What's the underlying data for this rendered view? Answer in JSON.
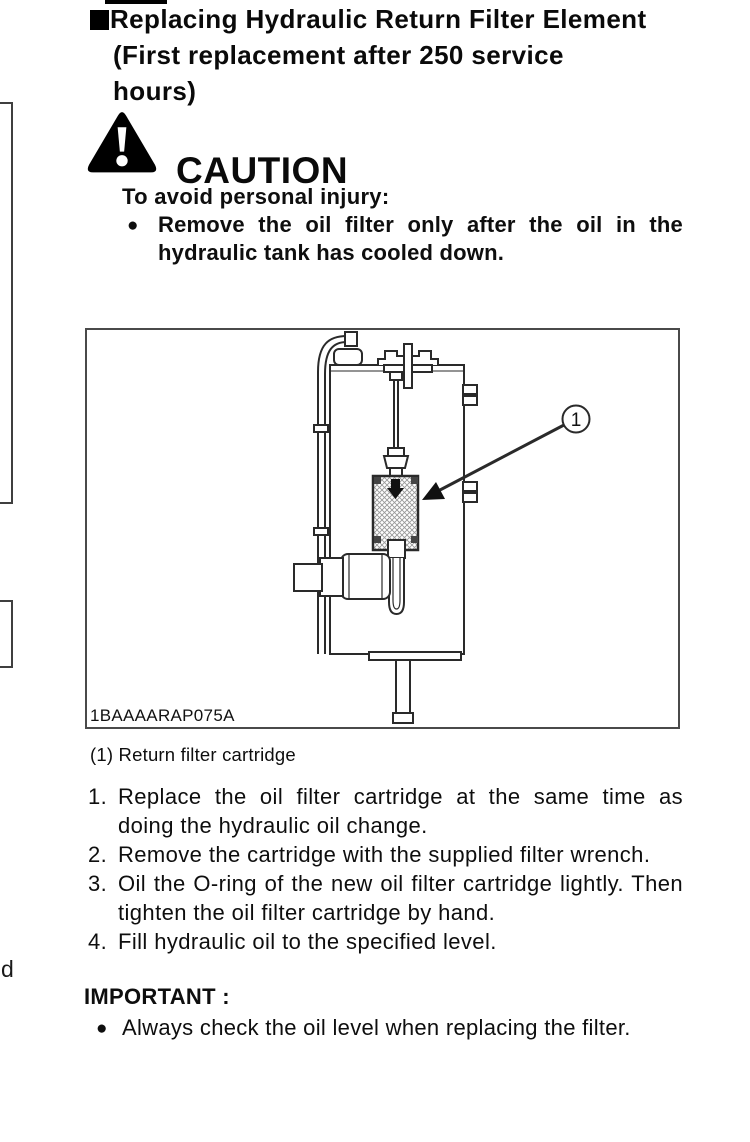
{
  "document": {
    "heading": {
      "marker": "■",
      "lines": [
        "Replacing Hydraulic Return Filter Element",
        "(First replacement after 250 service",
        "hours)"
      ]
    },
    "caution": {
      "title": "CAUTION",
      "lead": "To avoid personal injury:",
      "bullet_glyph": "●",
      "bullet_lines": [
        "Remove the oil filter only after the oil in the",
        "hydraulic tank has cooled down."
      ]
    },
    "figure": {
      "code": "1BAAAARAP075A",
      "callout": "1",
      "caption": "(1) Return filter cartridge"
    },
    "steps": [
      {
        "num": "1.",
        "lines": [
          "Replace the oil filter cartridge at the same time as",
          "doing the hydraulic oil change."
        ]
      },
      {
        "num": "2.",
        "lines": [
          "Remove the cartridge with the supplied filter wrench."
        ]
      },
      {
        "num": "3.",
        "lines": [
          "Oil the O-ring of the new oil filter cartridge lightly. Then",
          "tighten the oil filter cartridge by hand."
        ]
      },
      {
        "num": "4.",
        "lines": [
          "Fill hydraulic oil to the specified level."
        ]
      }
    ],
    "important": {
      "title": "IMPORTANT :",
      "bullet_glyph": "●",
      "bullet_text": "Always check the oil level when replacing the filter."
    },
    "edge": {
      "stray_letter": "d"
    },
    "colors": {
      "text": "#0e0e0e",
      "figure_frame": "#4a4a4a",
      "drawing_stroke": "#2a2a2a"
    }
  }
}
